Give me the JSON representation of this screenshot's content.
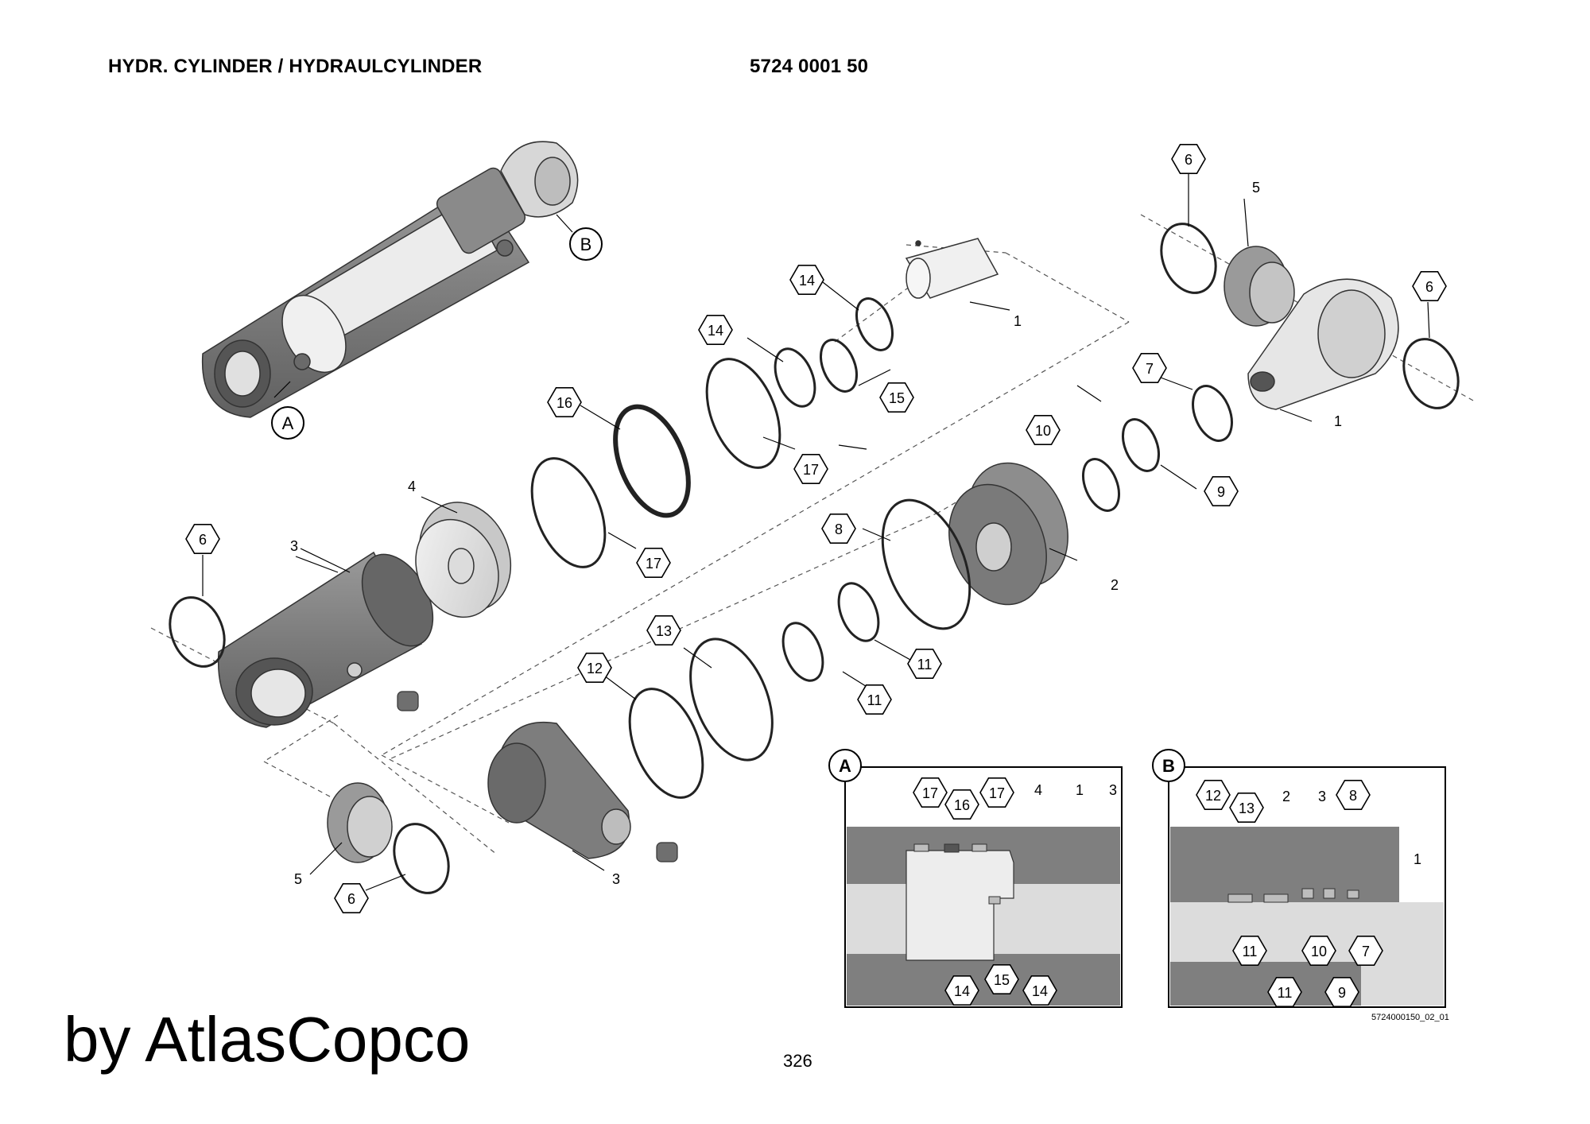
{
  "header": {
    "title": "HYDR. CYLINDER / HYDRAULCYLINDER",
    "part_number": "5724 0001 50"
  },
  "detail_labels": {
    "a": "A",
    "b": "B"
  },
  "callouts": {
    "n1": "1",
    "n2": "2",
    "n3": "3",
    "n4": "4",
    "n5": "5",
    "n6": "6",
    "n7": "7",
    "n8": "8",
    "n9": "9",
    "n10": "10",
    "n11": "11",
    "n12": "12",
    "n13": "13",
    "n14": "14",
    "n15": "15",
    "n16": "16",
    "n17": "17"
  },
  "footer": {
    "watermark": "by AtlasCopco",
    "page_number": "326",
    "image_ref": "5724000150_02_01"
  }
}
